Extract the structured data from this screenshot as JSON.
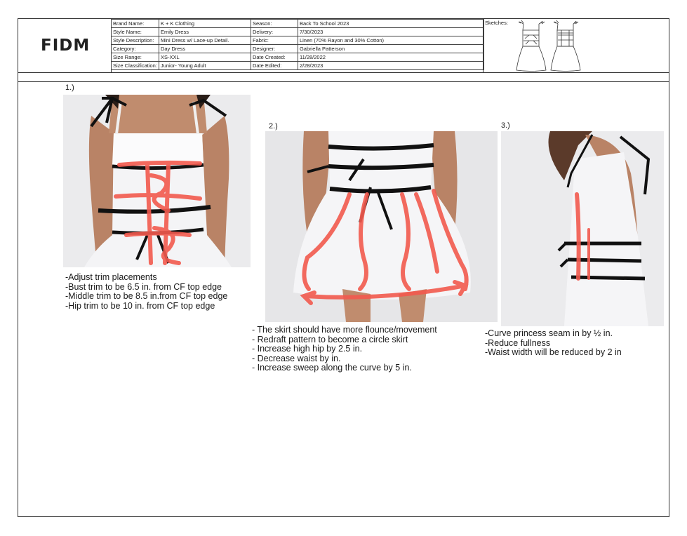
{
  "logo": "FIDM",
  "spec": {
    "rows": [
      {
        "l1": "Brand Name:",
        "v1": "K + K Clothing",
        "l2": "Season:",
        "v2": "Back To School 2023"
      },
      {
        "l1": "Style Name:",
        "v1": "Emily Dress",
        "l2": "Delivery:",
        "v2": "7/30/2023"
      },
      {
        "l1": "Style Description:",
        "v1": "Mini Dress w/ Lace-up Detail.",
        "l2": "Fabric:",
        "v2": "Linen (70% Rayon and 30% Cotton)"
      },
      {
        "l1": "Category:",
        "v1": "Day Dress",
        "l2": "Designer:",
        "v2": "Gabriella Patterson"
      },
      {
        "l1": "Size Range:",
        "v1": "XS-XXL",
        "l2": "Date Created:",
        "v2": "11/28/2022"
      },
      {
        "l1": "Size Classification:",
        "v1": "Junior- Young Adult",
        "l2": "Date Edited:",
        "v2": "2/28/2023"
      }
    ]
  },
  "sketches_label": "Sketches:",
  "sections": [
    {
      "number": "1.)",
      "notes": [
        "-Adjust trim placements",
        "-Bust trim to be 6.5 in. from CF top edge",
        "-Middle trim to be 8.5 in.from CF top edge",
        "-Hip trim to be 10 in. from CF top edge"
      ]
    },
    {
      "number": "2.)",
      "notes": [
        "- The skirt should have more flounce/movement",
        "- Redraft pattern to become a circle skirt",
        "- Increase high hip by 2.5 in.",
        "- Decrease waist by  in.",
        "- Increase sweep along the curve by 5 in."
      ]
    },
    {
      "number": "3.)",
      "notes": [
        "-Curve princess seam in by ½ in.",
        "-Reduce fullness",
        "-Waist width will be reduced by 2 in"
      ]
    }
  ],
  "colors": {
    "markup": "#f25a4e",
    "ribbon": "#111111",
    "dress": "#f4f4f6",
    "skin": "#b98366"
  }
}
